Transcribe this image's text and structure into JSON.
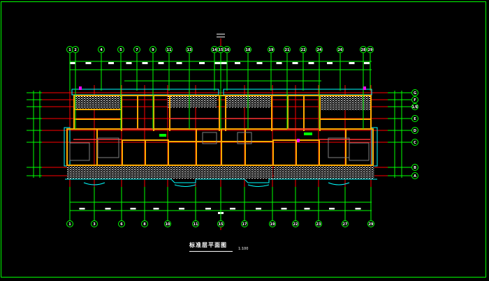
{
  "drawing": {
    "title": "标准层平面图",
    "scale": "1:100"
  },
  "axes": {
    "top": [
      "1",
      "2",
      "4",
      "5",
      "7",
      "9",
      "11",
      "13",
      "14",
      "15",
      "16",
      "18",
      "19",
      "21",
      "22",
      "24",
      "26",
      "28",
      "29"
    ],
    "bottom": [
      "1",
      "3",
      "6",
      "8",
      "10",
      "11",
      "15",
      "17",
      "19",
      "22",
      "23",
      "27",
      "29"
    ],
    "right": [
      "G",
      "F",
      "1/E",
      "E",
      "D",
      "C",
      "B",
      "A"
    ]
  },
  "colors": {
    "background": "#000000",
    "frame": "#00ff00",
    "axis": "#00ff00",
    "grid": "#ff0000",
    "wall": "#ffaa00",
    "outline": "#00ffff",
    "furniture": "#808080",
    "text": "#ffffff"
  }
}
